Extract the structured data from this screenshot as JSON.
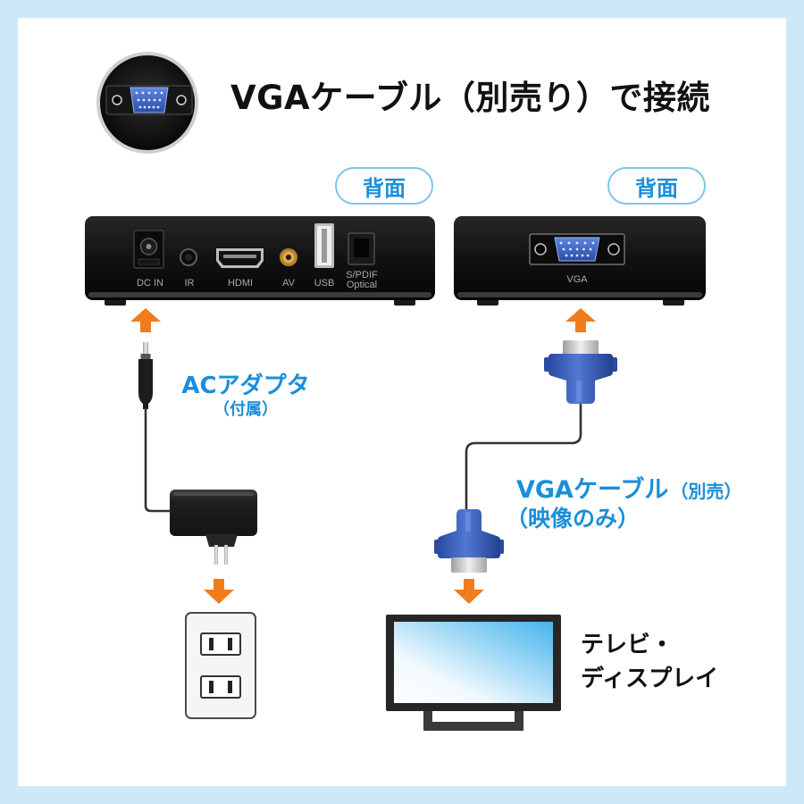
{
  "title": "VGAケーブル（別売り）で接続",
  "badges": {
    "left": "背面",
    "right": "背面"
  },
  "source_device": {
    "ports": [
      {
        "label": "DC IN"
      },
      {
        "label": "IR"
      },
      {
        "label": "HDMI"
      },
      {
        "label": "AV"
      },
      {
        "label": "USB"
      },
      {
        "label_line1": "S/PDIF",
        "label_line2": "Optical"
      }
    ]
  },
  "display_device": {
    "port_label": "VGA"
  },
  "ac_adapter": {
    "label": "ACアダプタ",
    "note": "（付属）"
  },
  "vga_cable": {
    "label": "VGAケーブル",
    "note": "（別売）",
    "sub": "（映像のみ）"
  },
  "tv": {
    "line1": "テレビ・",
    "line2": "ディスプレイ"
  },
  "icons": {
    "badge": "vga-port-icon",
    "plug": "dc-plug-icon",
    "adapter": "ac-adapter-icon",
    "outlet": "wall-outlet-icon",
    "connector": "vga-connector-icon",
    "display": "tv-icon",
    "arrows": [
      "arrow-up-icon",
      "arrow-down-icon"
    ]
  },
  "colors": {
    "accent": "#1a8fd8",
    "arrow": "#f07c1e",
    "frame": "#cde9f8",
    "pill": "#7cc7ee",
    "ink": "#111111"
  }
}
